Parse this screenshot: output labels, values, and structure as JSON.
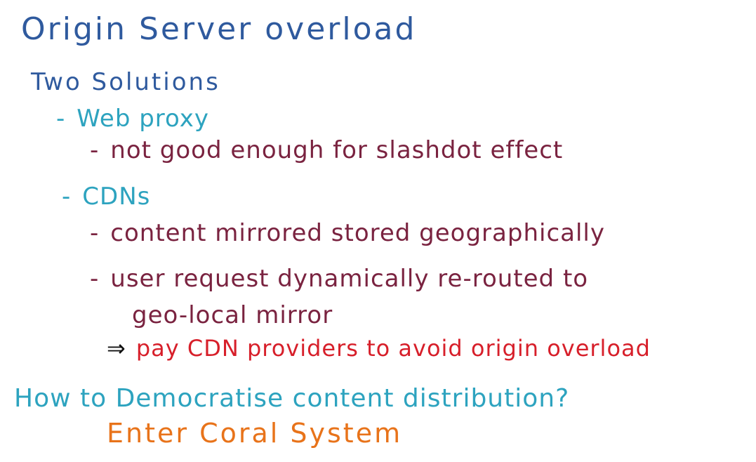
{
  "heading": "Origin Server overload",
  "subheading": "Two Solutions",
  "bullet_dash": "-",
  "items": {
    "web_proxy": "Web proxy",
    "web_proxy_note": "not good enough for slashdot effect",
    "cdns": "CDNs",
    "cdn_note_1": "content mirrored stored geographically",
    "cdn_note_2a": "user request dynamically re-routed to",
    "cdn_note_2b": "geo-local mirror",
    "implication_arrow": "⇒",
    "implication": "pay CDN providers to avoid origin overload"
  },
  "question": "How to Democratise content distribution?",
  "answer": "Enter Coral System",
  "colors": {
    "heading": "#2f5a9e",
    "bullet": "#2da3bf",
    "detail": "#7a2340",
    "implication": "#d71f2a",
    "answer": "#e8731a"
  }
}
